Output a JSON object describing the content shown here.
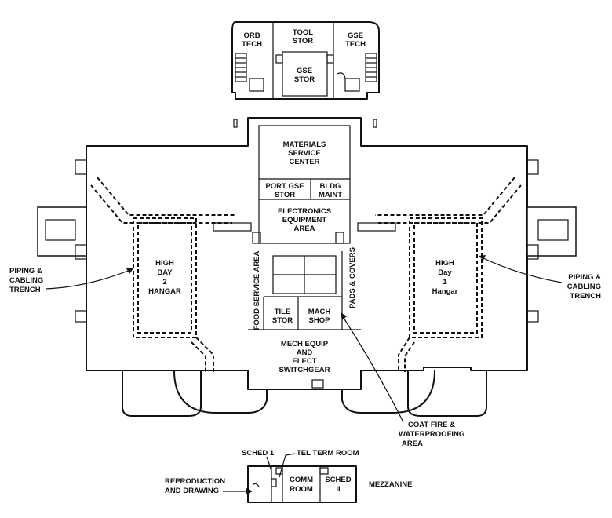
{
  "top_building": {
    "orb_tech": [
      "ORB",
      "TECH"
    ],
    "tool_stor": [
      "TOOL",
      "STOR"
    ],
    "gse_tech": [
      "GSE",
      "TECH"
    ],
    "gse_stor": [
      "GSE",
      "STOR"
    ]
  },
  "main_building": {
    "materials": [
      "MATERIALS",
      "SERVICE",
      "CENTER"
    ],
    "port_gse": [
      "PORT GSE",
      "STOR"
    ],
    "bldg_maint": [
      "BLDG",
      "MAINT"
    ],
    "electronics": [
      "ELECTRONICS",
      "EQUIPMENT",
      "AREA"
    ],
    "food_service": "FOOD SERVICE AREA",
    "pads_covers": "PADS & COVERS",
    "tile_stor": [
      "TILE",
      "STOR"
    ],
    "mach_shop": [
      "MACH",
      "SHOP"
    ],
    "mech_equip": [
      "MECH EQUIP",
      "AND",
      "ELECT",
      "SWITCHGEAR"
    ],
    "high_bay_2": [
      "HIGH",
      "BAY",
      "2",
      "HANGAR"
    ],
    "high_bay_1": [
      "HIGH",
      "Bay",
      "1",
      "Hangar"
    ]
  },
  "callouts": {
    "trench_left": [
      "PIPING &",
      "CABLING",
      "TRENCH"
    ],
    "trench_right": [
      "PIPING &",
      "CABLING",
      "TRENCH"
    ],
    "coat_fire": [
      "COAT-FIRE &",
      "WATERPROOFING",
      "AREA"
    ]
  },
  "mezzanine": {
    "title": "MEZZANINE",
    "sched_1": "SCHED 1",
    "tel_term": "TEL TERM ROOM",
    "reproduction": [
      "REPRODUCTION",
      "AND DRAWING"
    ],
    "comm_room": [
      "COMM",
      "ROOM"
    ],
    "sched_2": [
      "SCHED",
      "II"
    ]
  }
}
